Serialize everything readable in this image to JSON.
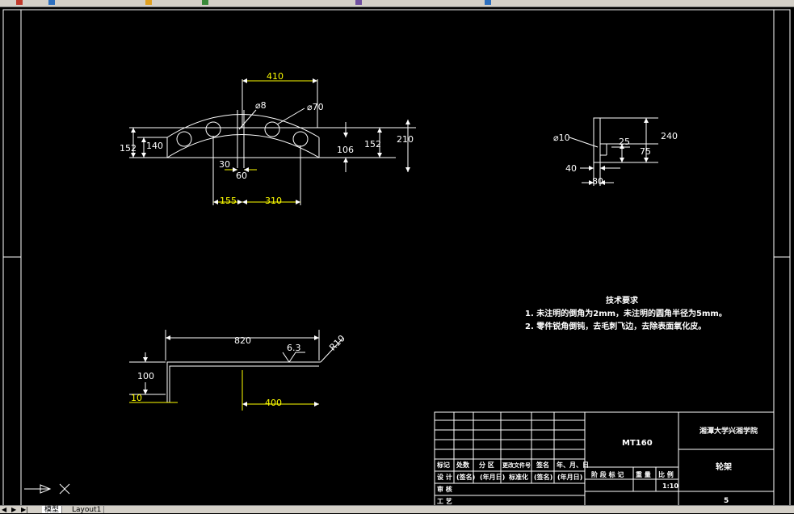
{
  "colors": {
    "background": "#000000",
    "line": "#ffffff",
    "dimension": "#ffff00",
    "toolbar": "#d4d0c8"
  },
  "tabs": {
    "model": "模型",
    "layout1": "Layout1"
  },
  "nav_arrows": [
    "◀",
    "▶",
    "▶|"
  ],
  "views": {
    "front": {
      "dims": [
        "410",
        "⌀8",
        "⌀70",
        "152",
        "140",
        "106",
        "152",
        "210",
        "30",
        "60",
        "155",
        "310"
      ]
    },
    "side": {
      "dims": [
        "⌀10",
        "25",
        "240",
        "75",
        "40",
        "80"
      ]
    },
    "bottom": {
      "dims": [
        "820",
        "R10",
        "6.3",
        "100",
        "10",
        "400"
      ]
    }
  },
  "notes": {
    "title": "技术要求",
    "line1": "1. 未注明的倒角为2mm，未注明的圆角半径为5mm。",
    "line2": "2. 零件锐角倒钝，去毛刺飞边，去除表面氧化皮。"
  },
  "title_block": {
    "model": "MT160",
    "school": "湘潭大学兴湘学院",
    "part": "轮架",
    "h_mark": "标记",
    "h_count": "处数",
    "h_zone": "分 区",
    "h_docno": "更改文件号",
    "h_sign": "签名",
    "h_date": "年、月、日",
    "r_design": "设 计",
    "r_design_sign": "(签名)",
    "r_design_date": "(年月日)",
    "r_std": "标准化",
    "r_std_sign": "(签名)",
    "r_std_date": "(年月日)",
    "h_stage": "阶 段 标 记",
    "h_weight": "重 量",
    "h_scale": "比 例",
    "scale": "1:10",
    "r_check": "审 核",
    "r_process": "工 艺",
    "sheet": "5"
  }
}
